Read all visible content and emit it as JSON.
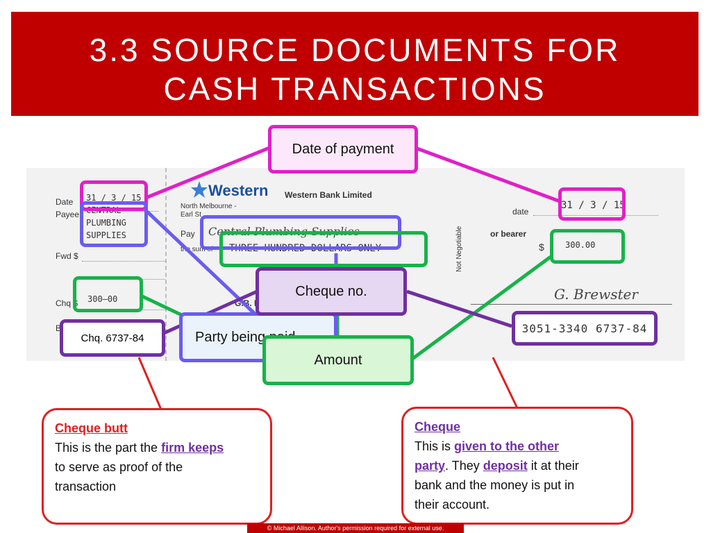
{
  "title": {
    "line1": "3.3 SOURCE DOCUMENTS FOR",
    "line2": "CASH TRANSACTIONS"
  },
  "cheque_image": {
    "stub": {
      "date_label": "Date",
      "payee_label": "Payee",
      "fwd_label": "Fwd $",
      "chq_label": "Chq $",
      "bal_label": "Bal $",
      "date_value": "31 / 3 / 15",
      "payee_value_1": "CENTRAL",
      "payee_value_2": "PLUMBING",
      "payee_value_3": "SUPPLIES",
      "amount_value": "300—00"
    },
    "bank_name": "Western",
    "bank_full": "Western Bank Limited",
    "branch_1": "North Melbourne -",
    "branch_2": "Earl St",
    "pay_label": "Pay",
    "sum_label": "the sum of",
    "payee_written": "Central Plumbing Supplies",
    "amount_written": "THREE HUNDRED DOLLARS ONLY",
    "date_label": "date",
    "date_value": "31 / 3 / 15",
    "bearer_label": "or bearer",
    "not_negotiable": "Not Negotiable",
    "dollar_sign": "$",
    "amount_value": "300.00",
    "signature": "G. Brewster",
    "cheque_number": "3051-3340 6737-84",
    "obscured_text": "G.B. PL"
  },
  "callouts": {
    "date_of_payment": "Date of payment",
    "cheque_no": "Cheque no.",
    "amount": "Amount",
    "party_being_paid": "Party being paid",
    "stub_cheque_no": "Chq. 6737-84"
  },
  "notes": {
    "left": {
      "heading": "Cheque butt",
      "t1": "This is the part the ",
      "link": "firm keeps",
      "t2": "to serve as proof of the",
      "t3": "transaction"
    },
    "right": {
      "heading": "Cheque",
      "t1": "This is ",
      "link1": "given to the other",
      "link1b": "party",
      "t2": ". They ",
      "link2": "deposit",
      "t3": " it at their",
      "t4": "bank and the money is put in",
      "t5": "their account."
    }
  },
  "footer": "© Michael Allison. Author's permission required for external use.",
  "colors": {
    "title_bg": "#c00000",
    "date_callout": "#e020c8",
    "party_callout": "#6a5cf0",
    "cheque_no_callout": "#7030a0",
    "amount_callout": "#17b34a",
    "note_border": "#e02020",
    "link_text": "#7030a0"
  }
}
